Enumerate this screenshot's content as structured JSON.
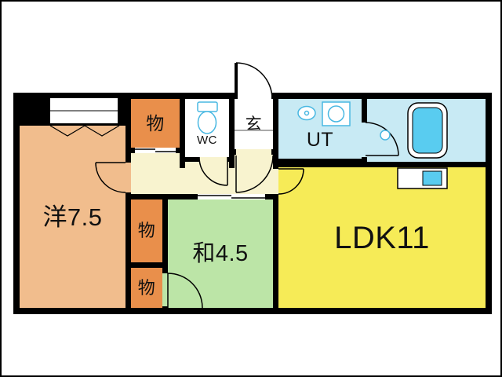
{
  "floorplan": {
    "rooms": {
      "western": {
        "label": "洋7.5"
      },
      "closet_top": {
        "label": "物"
      },
      "wc": {
        "label": "WC"
      },
      "entrance": {
        "label": "玄"
      },
      "utility": {
        "label": "UT"
      },
      "closet_mid": {
        "label": "物"
      },
      "closet_bottom": {
        "label": "物"
      },
      "japanese": {
        "label": "和4.5"
      },
      "ldk": {
        "label": "LDK11"
      }
    },
    "colors": {
      "western": "#F1BD8D",
      "closet": "#E98F4B",
      "japanese": "#BCE5A7",
      "ldk": "#F6EB57",
      "utility_bath": "#C8EAF4",
      "hallway": "#F8F3CF",
      "genkan": "#FFFFFF",
      "wall": "#000000",
      "bathtub": "#59CCF0",
      "fixture": "#49B8E2"
    }
  }
}
